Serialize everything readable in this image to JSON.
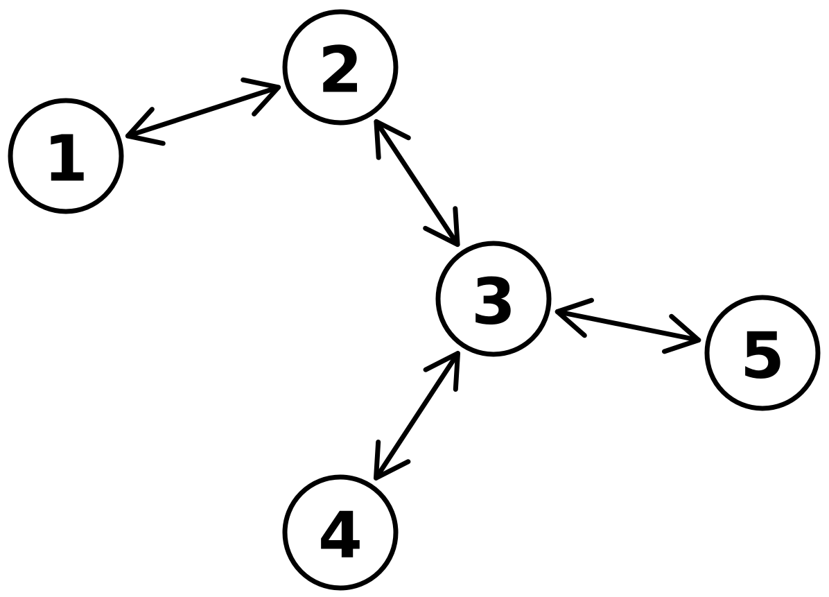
{
  "diagram": {
    "type": "undirected-graph-bidirectional-arrows",
    "colors": {
      "background": "#ffffff",
      "stroke": "#000000",
      "text": "#000000"
    },
    "nodes": [
      {
        "id": "1",
        "label": "1"
      },
      {
        "id": "2",
        "label": "2"
      },
      {
        "id": "3",
        "label": "3"
      },
      {
        "id": "4",
        "label": "4"
      },
      {
        "id": "5",
        "label": "5"
      }
    ],
    "edges": [
      {
        "from": "1",
        "to": "2",
        "arrows": "both"
      },
      {
        "from": "2",
        "to": "3",
        "arrows": "both"
      },
      {
        "from": "3",
        "to": "4",
        "arrows": "both"
      },
      {
        "from": "3",
        "to": "5",
        "arrows": "both"
      }
    ]
  }
}
